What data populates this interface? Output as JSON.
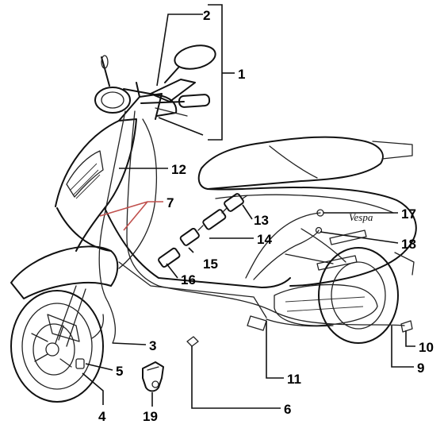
{
  "diagram": {
    "brand_text": "Vespa",
    "callouts": {
      "c1": "1",
      "c2": "2",
      "c3": "3",
      "c4": "4",
      "c5": "5",
      "c6": "6",
      "c7": "7",
      "c9": "9",
      "c10": "10",
      "c11": "11",
      "c12": "12",
      "c13": "13",
      "c14": "14",
      "c15": "15",
      "c16": "16",
      "c17": "17",
      "c18": "18",
      "c19": "19"
    },
    "colors": {
      "ink": "#111111",
      "accent_leader": "#c0504d",
      "background": "#ffffff"
    }
  }
}
